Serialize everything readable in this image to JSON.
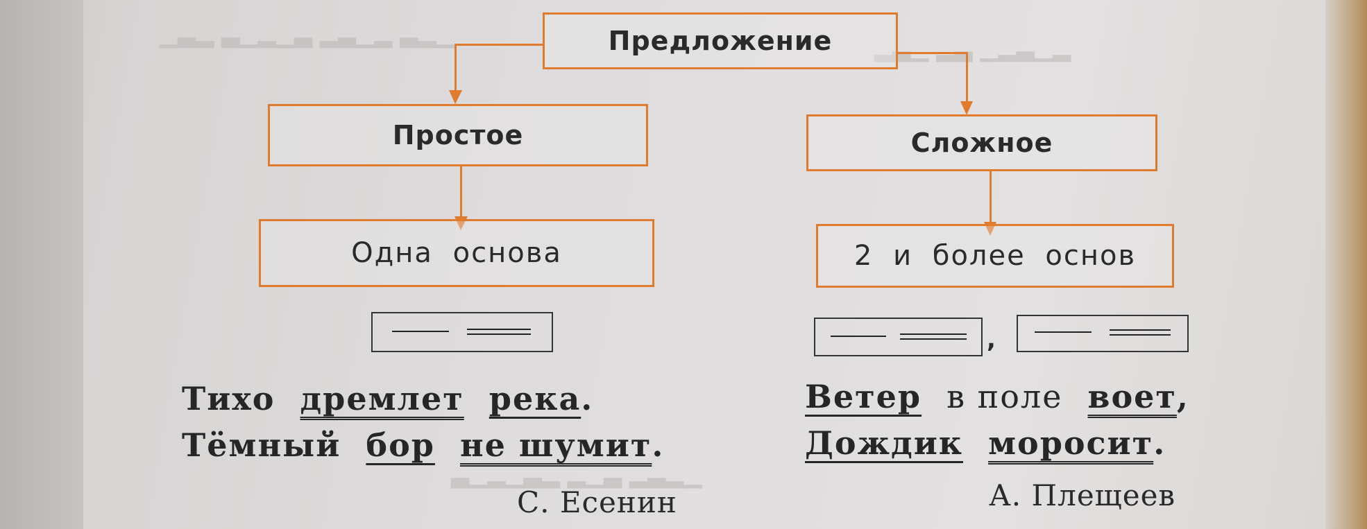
{
  "diagram": {
    "root": "Предложение",
    "left": {
      "type": "Простое",
      "desc": "Одна основа"
    },
    "right": {
      "type": "Сложное",
      "desc": "2 и более основ"
    },
    "comma": ","
  },
  "examples": {
    "left": {
      "line1": {
        "w1": "Тихо",
        "w2": "дремлет",
        "w3": "река",
        "end": "."
      },
      "line2": {
        "w1": "Тёмный",
        "w2": "бор",
        "w3": "не шумит",
        "end": "."
      },
      "author": "С. Есенин"
    },
    "right": {
      "line1": {
        "w1": "Ветер",
        "w2": "в поле",
        "w3": "воет",
        "end": ","
      },
      "line2": {
        "w1": "Дождик",
        "w2": "моросит",
        "end": "."
      },
      "author": "А. Плещеев"
    }
  },
  "colors": {
    "box_border": "#e07a2c",
    "ink": "#262626",
    "paper": "#dedcdc"
  }
}
